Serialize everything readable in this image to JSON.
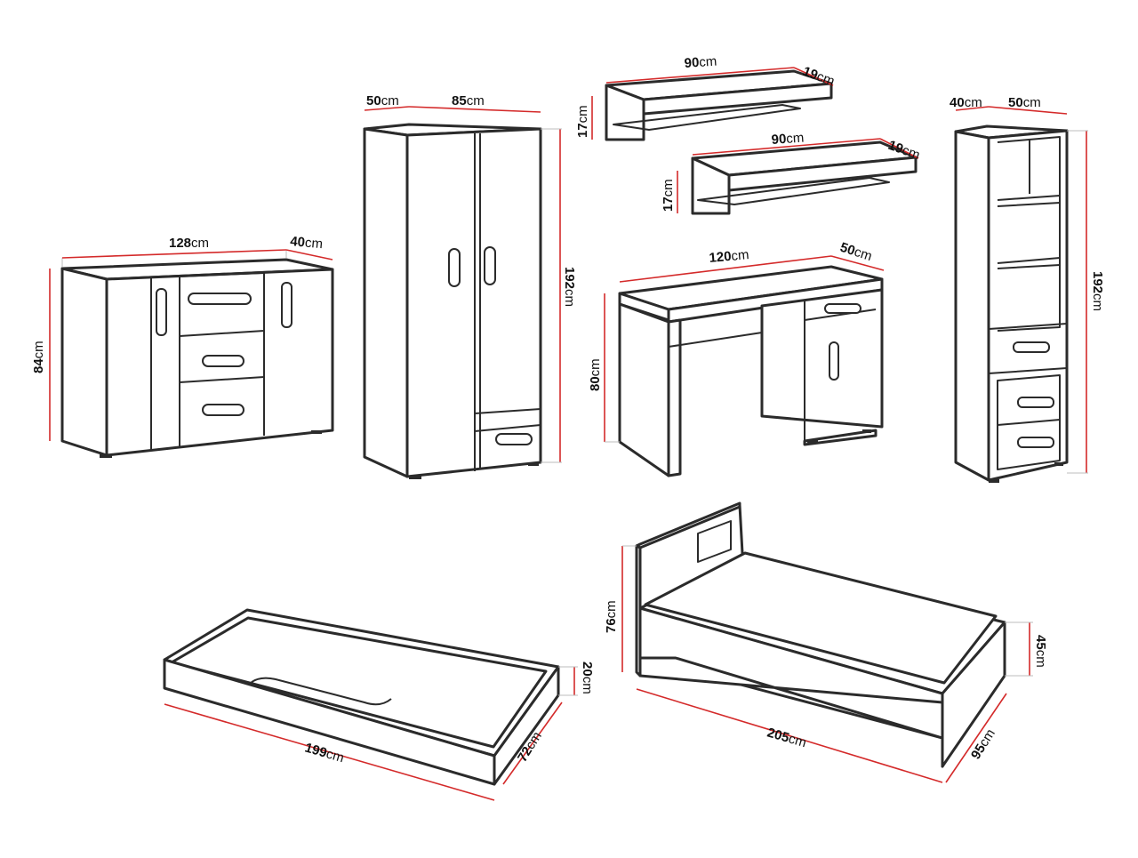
{
  "colors": {
    "line": "#2b2b2b",
    "dimension": "#d42a2a",
    "extension": "#bdbdbd",
    "background": "#ffffff"
  },
  "unit": "cm",
  "items": {
    "sideboard": {
      "width": "128",
      "depth": "40",
      "height": "84"
    },
    "wardrobe": {
      "depth": "50",
      "width": "85",
      "height": "192"
    },
    "shelf_top": {
      "width": "90",
      "depth": "19",
      "height": "17"
    },
    "shelf_bottom": {
      "width": "90",
      "depth": "19",
      "height": "17"
    },
    "desk": {
      "width": "120",
      "depth": "50",
      "height": "80"
    },
    "bookcase": {
      "depth": "40",
      "width": "50",
      "height": "192"
    },
    "drawer_bed": {
      "length": "199",
      "width": "72",
      "height": "20"
    },
    "bed": {
      "length": "205",
      "width": "95",
      "headboard_height": "76",
      "side_height": "45"
    }
  }
}
